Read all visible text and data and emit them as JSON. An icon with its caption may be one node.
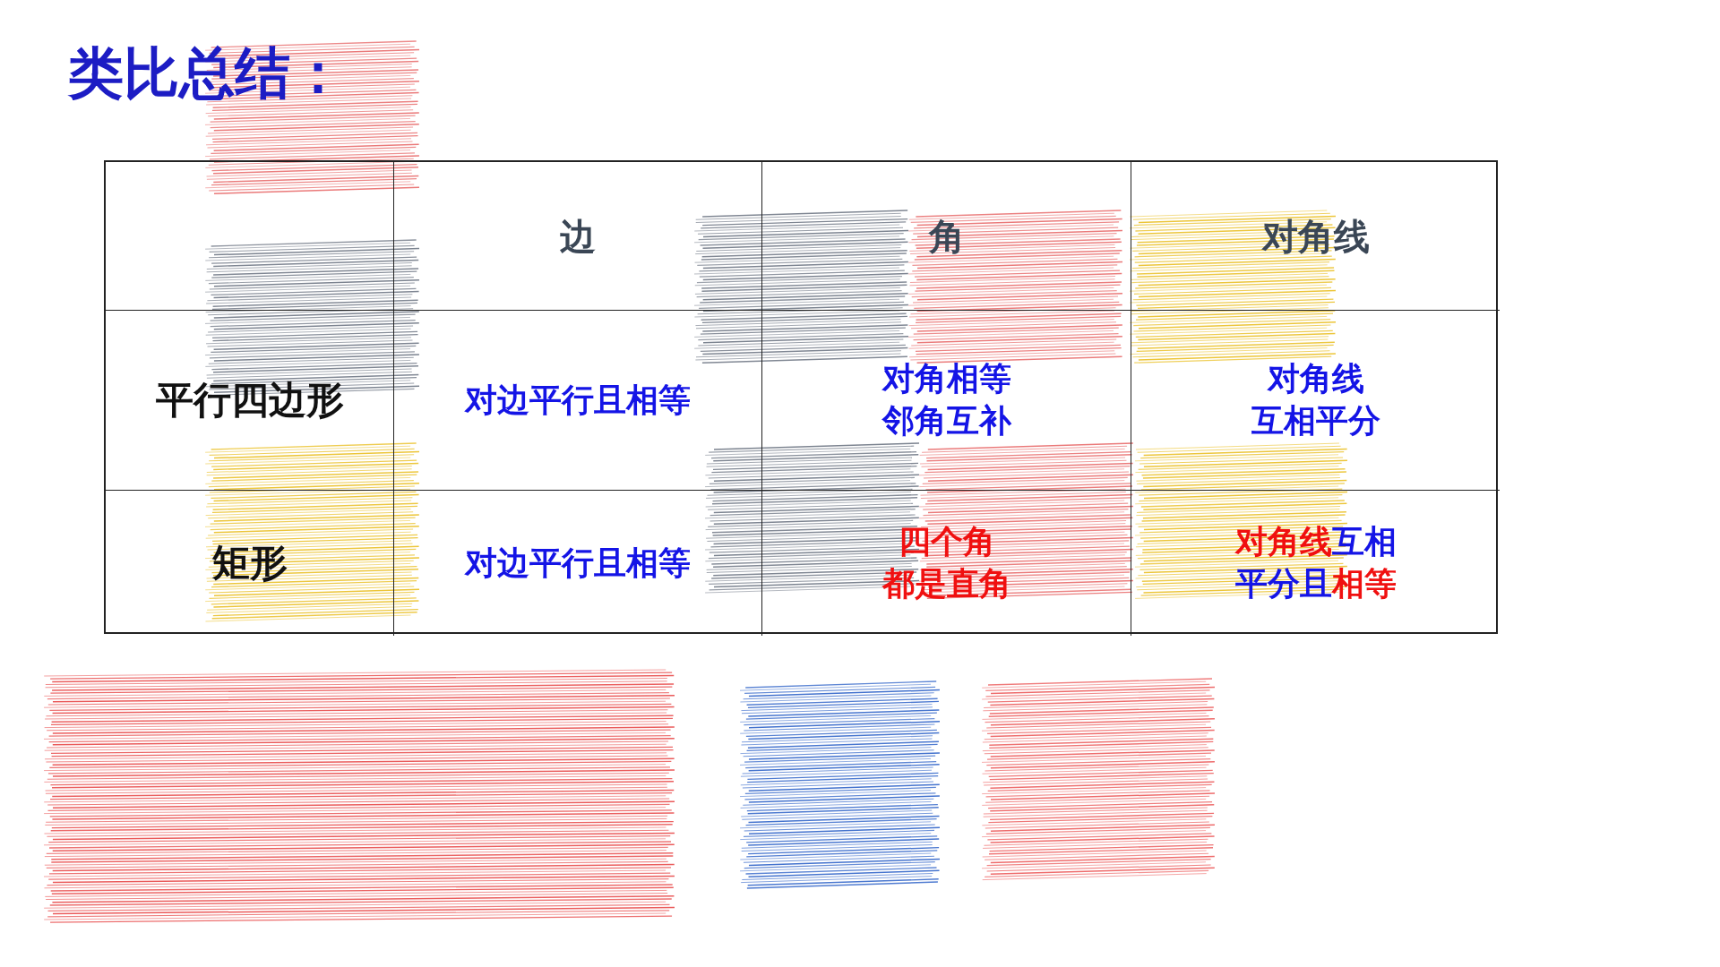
{
  "diagram": {
    "title": "类比总结：",
    "labels": [
      "边",
      "角",
      "对角线",
      "平行四边形",
      "对边平行且相等",
      "对角相等",
      "邻角互补",
      "对角线",
      "互相平分",
      "矩形",
      "对边平行且相等",
      "四个角",
      "都是直角",
      "**对角线**互相",
      "平分且**相等**"
    ]
  }
}
